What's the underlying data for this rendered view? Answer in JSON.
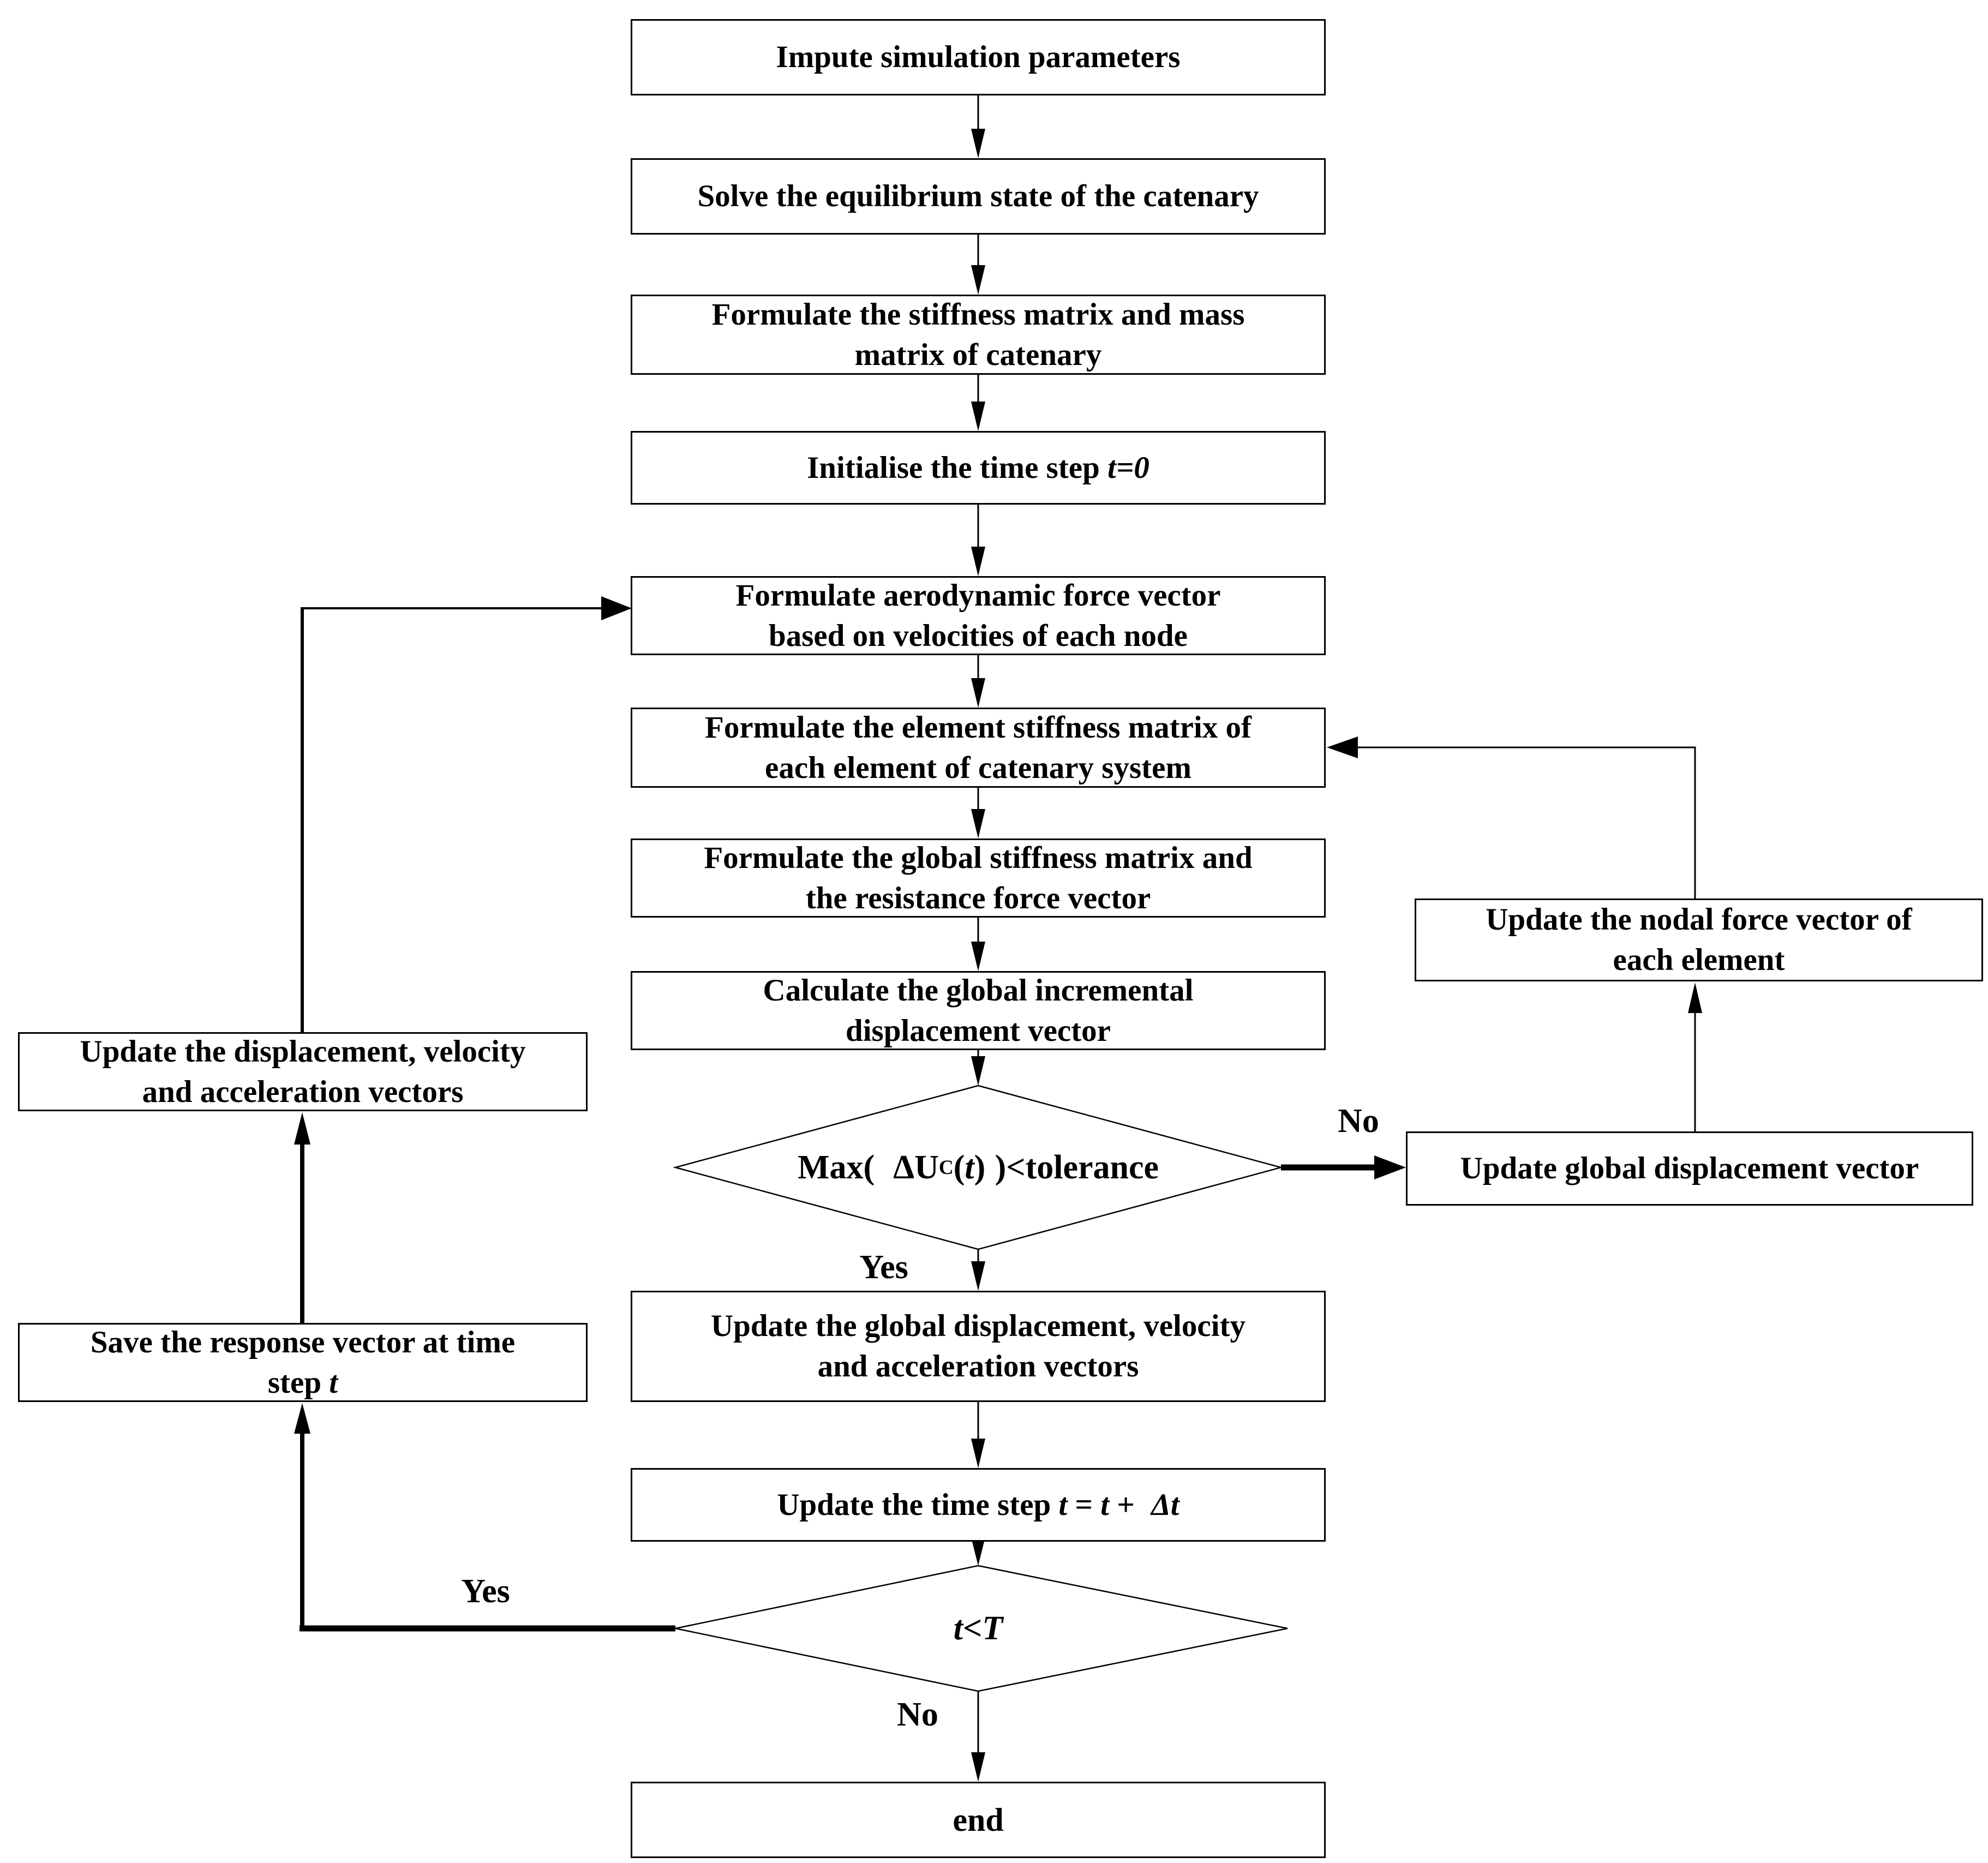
{
  "flowchart": {
    "nodes": {
      "input_params": {
        "lines": [
          "Impute simulation parameters"
        ]
      },
      "solve_equilibrium": {
        "lines": [
          "Solve the equilibrium state of the catenary"
        ]
      },
      "stiffness_mass": {
        "lines": [
          "Formulate the stiffness matrix and mass",
          "matrix of catenary"
        ]
      },
      "init_time": {
        "prefix": "Initialise the time step ",
        "math": "t=0"
      },
      "aero_force": {
        "lines": [
          "Formulate aerodynamic force vector",
          "based on velocities of each node"
        ]
      },
      "element_stiffness": {
        "lines": [
          "Formulate the element stiffness matrix of",
          "each element of catenary system"
        ]
      },
      "global_stiffness": {
        "lines": [
          "Formulate the global stiffness matrix and",
          "the resistance force vector"
        ]
      },
      "incremental_disp": {
        "lines": [
          "Calculate the global incremental",
          "displacement vector"
        ]
      },
      "tolerance_decision": {
        "max": "Max(",
        "delta_u": "ΔU",
        "sub_c": "C",
        "open_paren": "(",
        "t_var": "t",
        "close_paren": ")",
        "outer_close": ")",
        "comparison": "<tolerance"
      },
      "update_global_dva": {
        "lines": [
          "Update the global displacement, velocity",
          "and acceleration vectors"
        ]
      },
      "update_time_step": {
        "prefix": "Update the time step ",
        "t1": "t",
        "equals": " = ",
        "t2": "t",
        "plus": " + ",
        "delta_t": "Δt"
      },
      "time_decision": {
        "t_var": "t",
        "lt": " < ",
        "T_var": "T"
      },
      "end_node": {
        "lines": [
          "end"
        ]
      },
      "update_dva": {
        "lines": [
          "Update the displacement, velocity",
          "and acceleration vectors"
        ]
      },
      "save_response": {
        "line1": "Save the response vector at time",
        "line2_prefix": "step ",
        "t_var": "t"
      },
      "update_nodal_force": {
        "lines": [
          "Update the nodal force vector of",
          "each element"
        ]
      },
      "update_global_disp": {
        "lines": [
          "Update global displacement vector"
        ]
      }
    },
    "edge_labels": {
      "tolerance_no": "No",
      "tolerance_yes": "Yes",
      "time_yes": "Yes",
      "time_no": "No"
    },
    "edges": [
      {
        "from": "input_params",
        "to": "solve_equilibrium"
      },
      {
        "from": "solve_equilibrium",
        "to": "stiffness_mass"
      },
      {
        "from": "stiffness_mass",
        "to": "init_time"
      },
      {
        "from": "init_time",
        "to": "aero_force"
      },
      {
        "from": "aero_force",
        "to": "element_stiffness"
      },
      {
        "from": "element_stiffness",
        "to": "global_stiffness"
      },
      {
        "from": "global_stiffness",
        "to": "incremental_disp"
      },
      {
        "from": "incremental_disp",
        "to": "tolerance_decision"
      },
      {
        "from": "tolerance_decision",
        "to": "update_global_dva",
        "label": "Yes"
      },
      {
        "from": "tolerance_decision",
        "to": "update_global_disp",
        "label": "No"
      },
      {
        "from": "update_global_disp",
        "to": "update_nodal_force"
      },
      {
        "from": "update_nodal_force",
        "to": "element_stiffness"
      },
      {
        "from": "update_global_dva",
        "to": "update_time_step"
      },
      {
        "from": "update_time_step",
        "to": "time_decision"
      },
      {
        "from": "time_decision",
        "to": "save_response",
        "label": "Yes"
      },
      {
        "from": "save_response",
        "to": "update_dva"
      },
      {
        "from": "update_dva",
        "to": "aero_force"
      },
      {
        "from": "time_decision",
        "to": "end_node",
        "label": "No"
      }
    ],
    "colors": {
      "background": "#ffffff",
      "stroke": "#000000",
      "text": "#000000"
    }
  }
}
